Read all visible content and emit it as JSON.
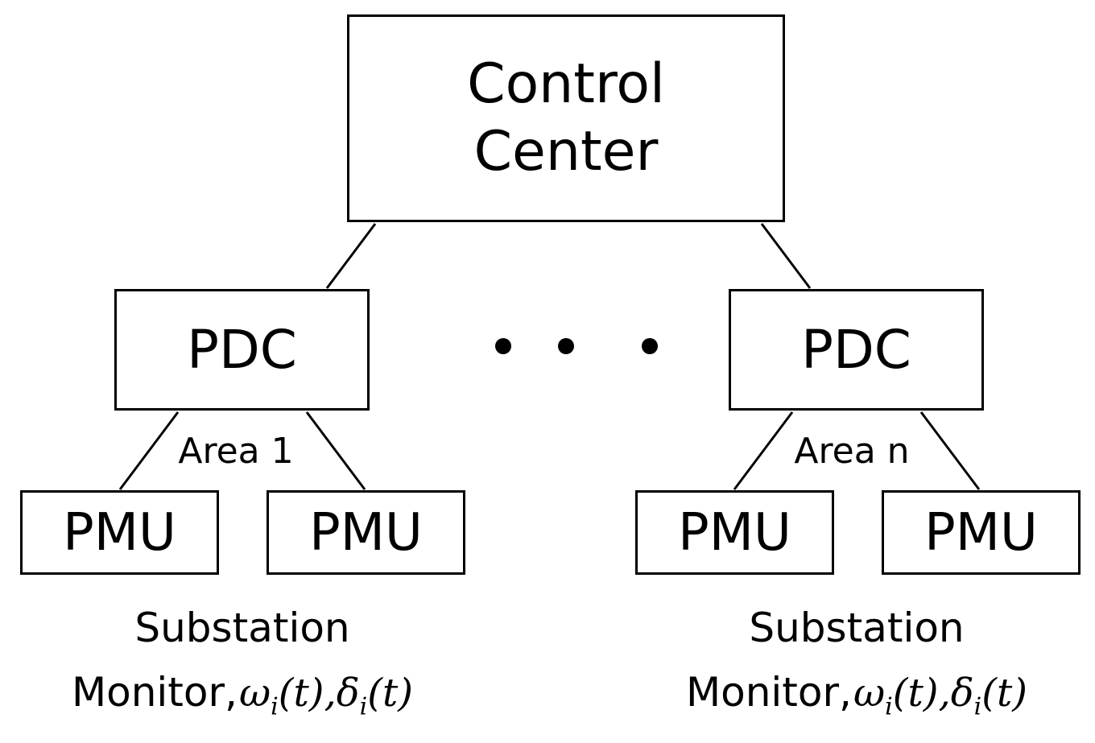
{
  "control_center": {
    "line1": "Control",
    "line2": "Center"
  },
  "areas": [
    {
      "pdc_label": "PDC",
      "area_label": "Area 1",
      "pmu_left": "PMU",
      "pmu_right": "PMU",
      "substation_label": "Substation",
      "monitor_prefix": "Monitor,",
      "monitor_math": "ωi(t),δi(t)"
    },
    {
      "pdc_label": "PDC",
      "area_label": "Area n",
      "pmu_left": "PMU",
      "pmu_right": "PMU",
      "substation_label": "Substation",
      "monitor_prefix": "Monitor,",
      "monitor_math": "ωi(t),δi(t)"
    }
  ],
  "ellipsis": "• • •",
  "colors": {
    "stroke": "#000000",
    "background": "#ffffff"
  }
}
